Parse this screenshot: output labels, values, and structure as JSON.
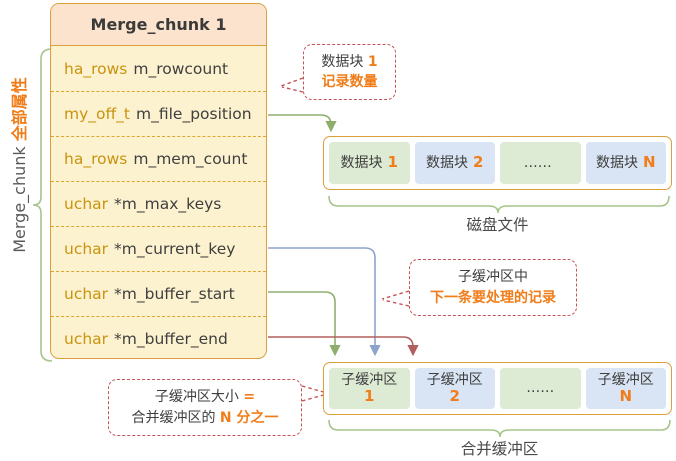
{
  "struct_box": {
    "title": "Merge_chunk 1",
    "fields": [
      {
        "type": "ha_rows",
        "name": "m_rowcount"
      },
      {
        "type": "my_off_t",
        "name": "m_file_position"
      },
      {
        "type": "ha_rows",
        "name": "m_mem_count"
      },
      {
        "type": "uchar",
        "name": "*m_max_keys"
      },
      {
        "type": "uchar",
        "name": "*m_current_key"
      },
      {
        "type": "uchar",
        "name": "*m_buffer_start"
      },
      {
        "type": "uchar",
        "name": "*m_buffer_end"
      }
    ]
  },
  "side_label": {
    "prefix": "Merge_chunk ",
    "highlight": "全部属性"
  },
  "disk_file": {
    "blocks": [
      {
        "label": "数据块",
        "num": "1"
      },
      {
        "label": "数据块",
        "num": "2"
      },
      {
        "label": "……",
        "num": ""
      },
      {
        "label": "数据块",
        "num": "N"
      }
    ],
    "caption": "磁盘文件"
  },
  "merge_buffer": {
    "blocks": [
      {
        "label": "子缓冲区",
        "num": "1"
      },
      {
        "label": "子缓冲区",
        "num": "2"
      },
      {
        "label": "……",
        "num": ""
      },
      {
        "label": "子缓冲区",
        "num": "N"
      }
    ],
    "caption": "合并缓冲区"
  },
  "callouts": {
    "rowcount": {
      "line1_plain": "数据块 ",
      "line1_accent": "1",
      "line2_accent": "记录数量"
    },
    "current_key": {
      "line1": "子缓冲区中",
      "line2": "下一条要处理的记录"
    },
    "buffer_size": {
      "line1_plain": "子缓冲区大小 ",
      "line1_accent": "=",
      "line2_plain": "合并缓冲区的 ",
      "line2_accent": "N 分之一"
    }
  },
  "colors": {
    "border_orange": "#dd9f3c",
    "title_bg": "#fbe3cd",
    "row_bg": "#fdf2cf",
    "dash_gold": "#dca72e",
    "type_gold": "#c8940f",
    "text_dark": "#3f3f3f",
    "accent_orange": "#f07d1a",
    "callout_red": "#c65353",
    "green_bg": "#ddebd4",
    "blue_bg": "#d9e5f4",
    "brace_green": "#a6c48a",
    "line_green": "#8fae6e",
    "line_blue": "#8ca4cc",
    "line_red": "#b25e5e",
    "side_gray": "#595959"
  }
}
